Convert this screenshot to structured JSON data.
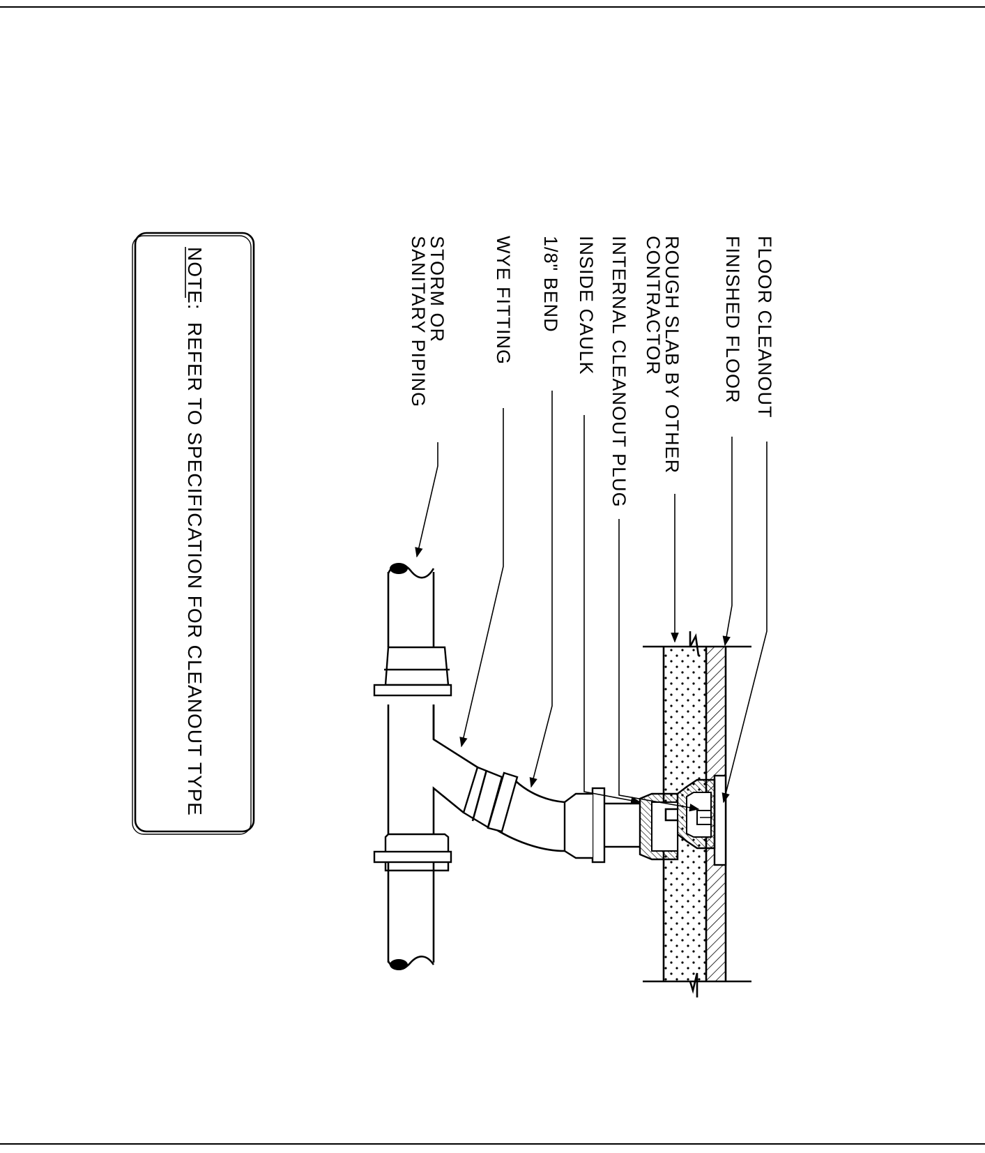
{
  "labels": {
    "floor_cleanout": "FLOOR CLEANOUT",
    "finished_floor": "FINISHED FLOOR",
    "rough_slab_line1": "ROUGH SLAB BY OTHER",
    "rough_slab_line2": "CONTRACTOR",
    "internal_plug": "INTERNAL CLEANOUT PLUG",
    "inside_caulk": "INSIDE CAULK",
    "eighth_bend": "1/8\" BEND",
    "wye_fitting": "WYE FITTING",
    "piping_line1": "STORM OR",
    "piping_line2": "SANITARY PIPING"
  },
  "note": {
    "prefix": "NOTE:",
    "text": "REFER TO SPECIFICATION FOR CLEANOUT TYPE"
  }
}
